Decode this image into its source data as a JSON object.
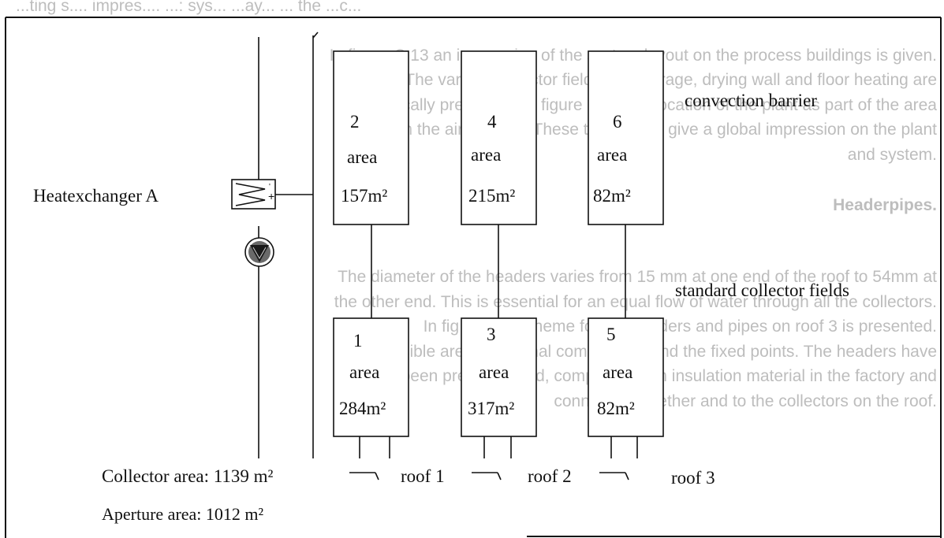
{
  "background_text": {
    "top_fragment": "...ting s.... impres.... ...: sys... ...ay... ... the ...c...",
    "paragraph1": [
      "In figure C.13 an impression of the system layout on the process buildings is given.",
      "The various collector fields, the storage, drying wall and floor heating are",
      "schematically presented. In figure C.14 the location of the plant as part of the area",
      "seen from the air is given. These two figures give a global impression on the plant",
      "and system."
    ],
    "heading": "Headerpipes.",
    "paragraph2": [
      "The diameter of the headers varies from 15 mm at one end of the roof to 54mm at",
      "the other end. This is essential for an equal flow of water through all the collectors.",
      "In fig C.15 a scheme for the headers and pipes on roof 3 is presented.",
      "Also visible are the thermal components and the fixed points. The headers have",
      "been pre-fabricated, completely with insulation material in the factory and",
      "connected together and to the collectors on the roof."
    ]
  },
  "diagram": {
    "heatexchanger_label": "Heatexchanger A",
    "convection_label": "convection barrier",
    "standard_label": "standard collector fields",
    "fields": [
      {
        "number": "2",
        "area_word": "area",
        "area_value": "157m²"
      },
      {
        "number": "4",
        "area_word": "area",
        "area_value": "215m²"
      },
      {
        "number": "6",
        "area_word": "area",
        "area_value": "82m²"
      },
      {
        "number": "1",
        "area_word": "area",
        "area_value": "284m²"
      },
      {
        "number": "3",
        "area_word": "area",
        "area_value": "317m²"
      },
      {
        "number": "5",
        "area_word": "area",
        "area_value": "82m²"
      }
    ],
    "roofs": [
      "roof 1",
      "roof 2",
      "roof 3"
    ],
    "collector_area": "Collector area: 1139 m²",
    "aperture_area": "Aperture area: 1012 m²"
  }
}
